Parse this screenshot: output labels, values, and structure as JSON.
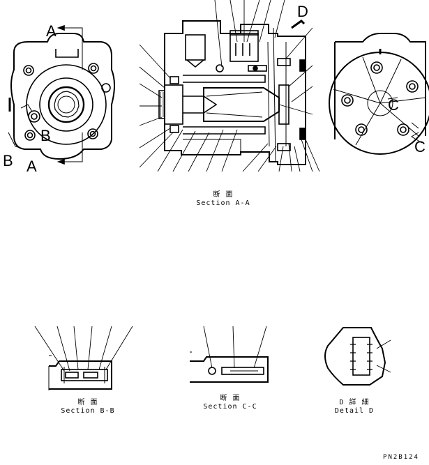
{
  "labels": {
    "section_a": "A",
    "section_b": "B",
    "section_c": "C",
    "detail_d": "D"
  },
  "captions": {
    "main_jp": "断 面",
    "main_en": "Section A-A",
    "bb_jp": "断 面",
    "bb_en": "Section B-B",
    "cc_jp": "断 面",
    "cc_en": "Section C-C",
    "d_jp": "D 詳 細",
    "d_en": "Detail D"
  },
  "drawing_number": "PN2B124"
}
